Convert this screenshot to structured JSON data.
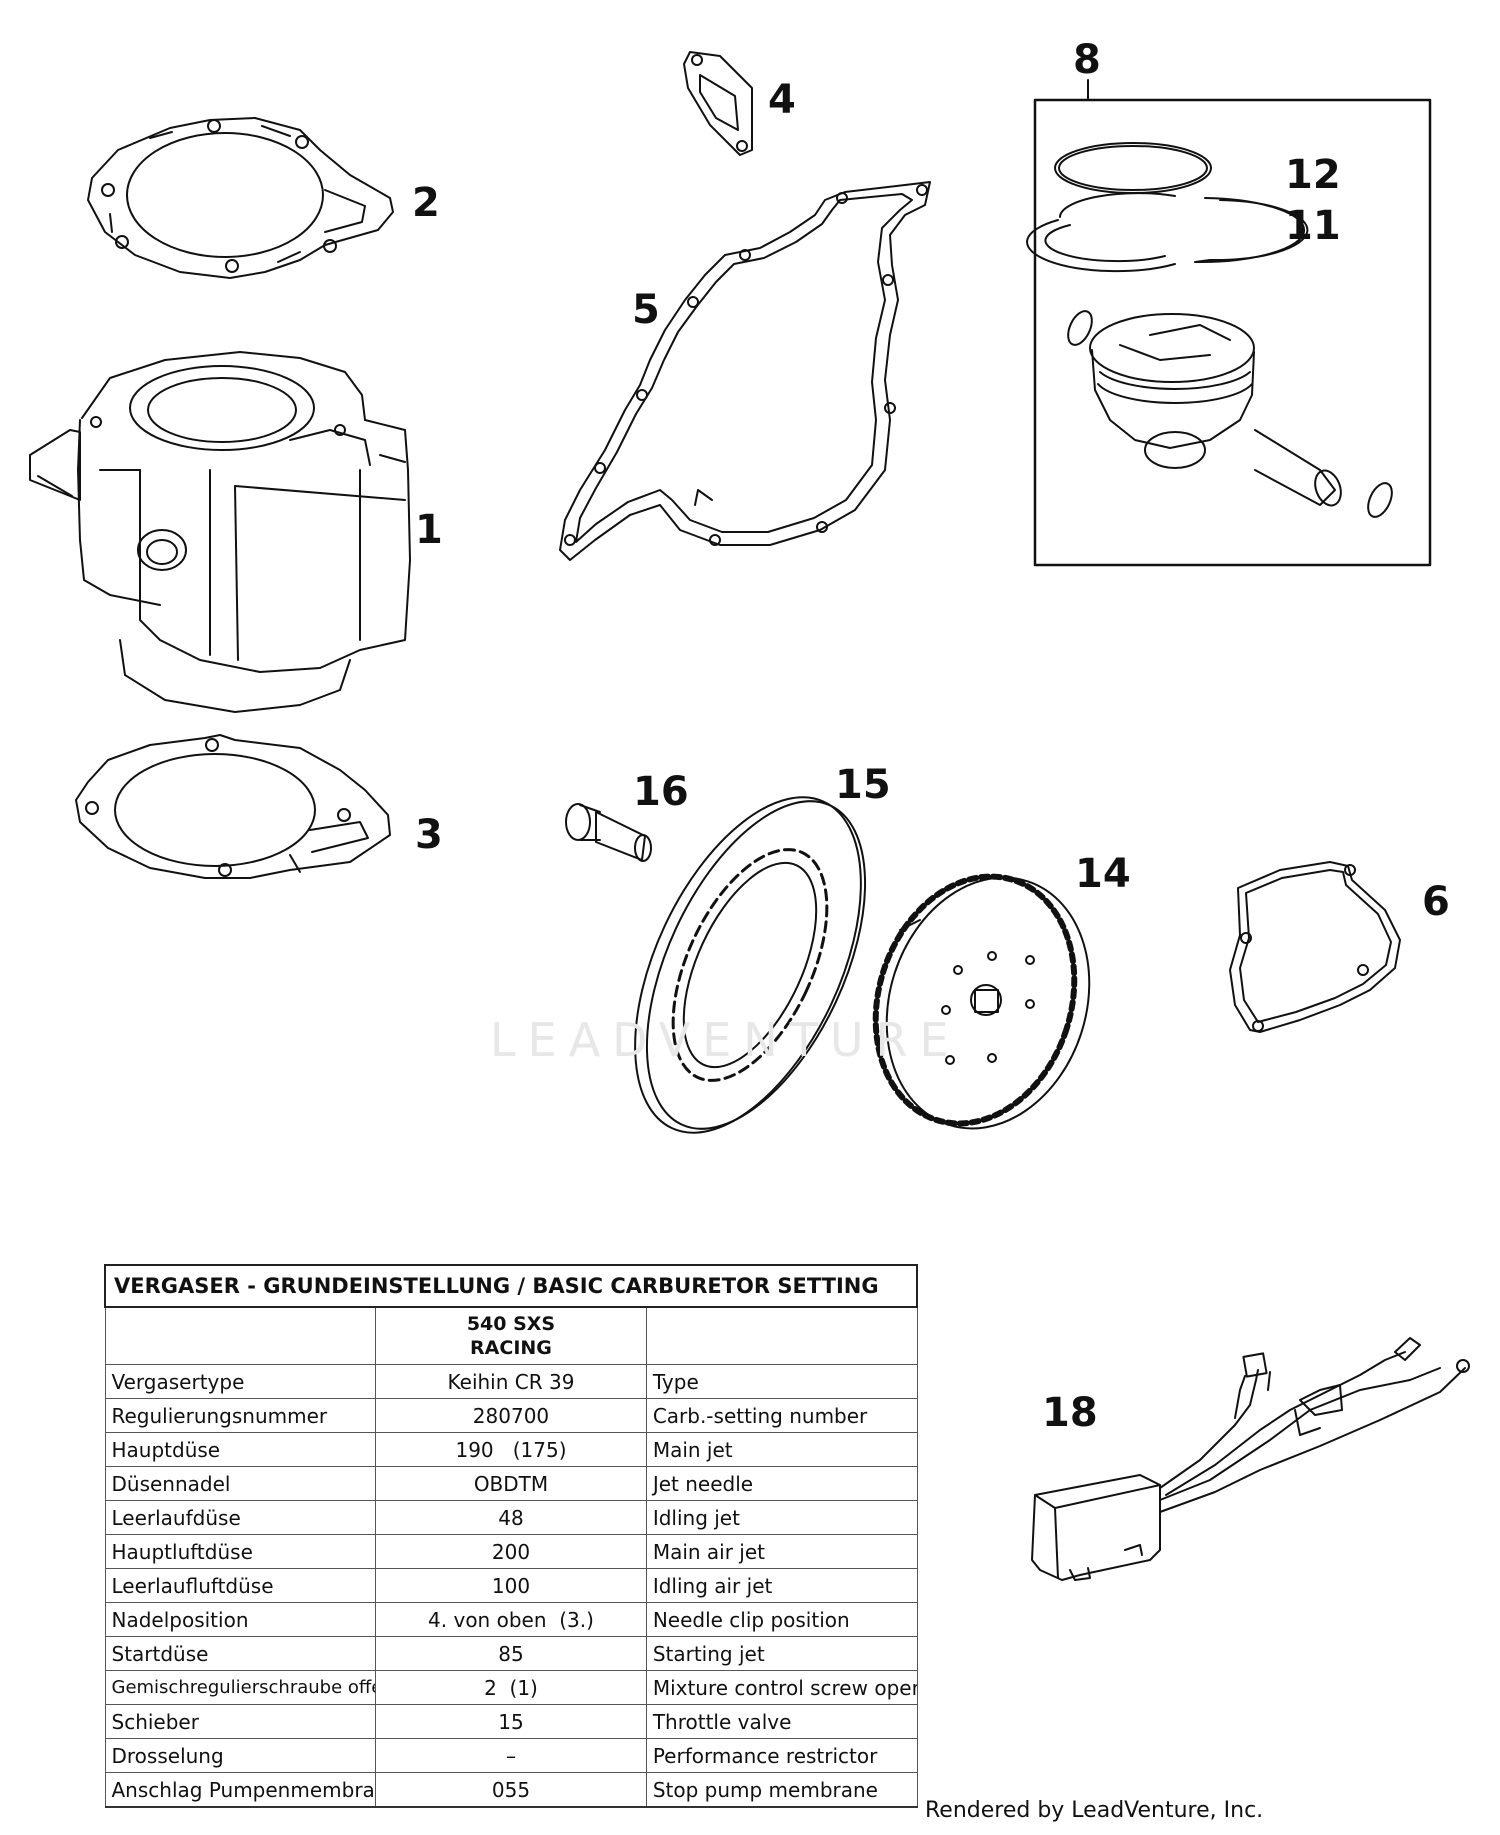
{
  "callouts": {
    "c1": "1",
    "c2": "2",
    "c3": "3",
    "c4": "4",
    "c5": "5",
    "c6": "6",
    "c8": "8",
    "c11": "11",
    "c12": "12",
    "c14": "14",
    "c15": "15",
    "c16": "16",
    "c18": "18"
  },
  "watermark": "LEADVENTURE",
  "credit": "Rendered by LeadVenture, Inc.",
  "table": {
    "title": "VERGASER - GRUNDEINSTELLUNG / BASIC CARBURETOR SETTING",
    "model_line1": "540 SXS",
    "model_line2": "RACING",
    "rows": [
      {
        "de": "Vergasertype",
        "val": "Keihin CR 39",
        "en": "Type"
      },
      {
        "de": "Regulierungsnummer",
        "val": "280700",
        "en": "Carb.-setting number"
      },
      {
        "de": "Hauptdüse",
        "val": "190   (175)",
        "en": "Main jet"
      },
      {
        "de": "Düsennadel",
        "val": "OBDTM",
        "en": "Jet needle"
      },
      {
        "de": "Leerlaufdüse",
        "val": "48",
        "en": "Idling jet"
      },
      {
        "de": "Hauptluftdüse",
        "val": "200",
        "en": "Main air jet"
      },
      {
        "de": "Leerlaufluftdüse",
        "val": "100",
        "en": "Idling air jet"
      },
      {
        "de": "Nadelposition",
        "val": "4. von oben  (3.)",
        "en": "Needle clip position"
      },
      {
        "de": "Startdüse",
        "val": "85",
        "en": "Starting jet"
      },
      {
        "de": "Gemischregulierschraube offen",
        "val": "2  (1)",
        "en": "Mixture control screw open"
      },
      {
        "de": "Schieber",
        "val": "15",
        "en": "Throttle valve"
      },
      {
        "de": "Drosselung",
        "val": "–",
        "en": "Performance restrictor"
      },
      {
        "de": "Anschlag Pumpenmembran",
        "val": "055",
        "en": "Stop pump membrane"
      }
    ]
  }
}
